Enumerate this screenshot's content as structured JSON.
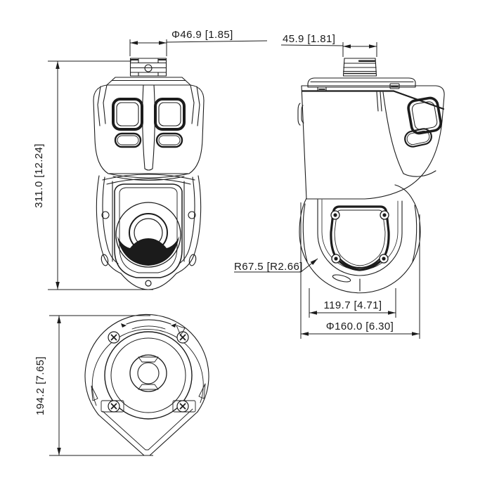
{
  "drawing": {
    "annotations": {
      "front_top_diameter": "Φ46.9 [1.85]",
      "side_top_width": "45.9 [1.81]",
      "overall_height": "311.0 [12.24]",
      "bottom_view_length": "194.2 [7.65]",
      "base_radius": "R67.5 [R2.66]",
      "yoke_inner_width": "119.7 [4.71]",
      "base_diameter": "Φ160.0 [6.30]"
    },
    "colors": {
      "line": "#1c1c1c",
      "background": "#ffffff"
    }
  }
}
